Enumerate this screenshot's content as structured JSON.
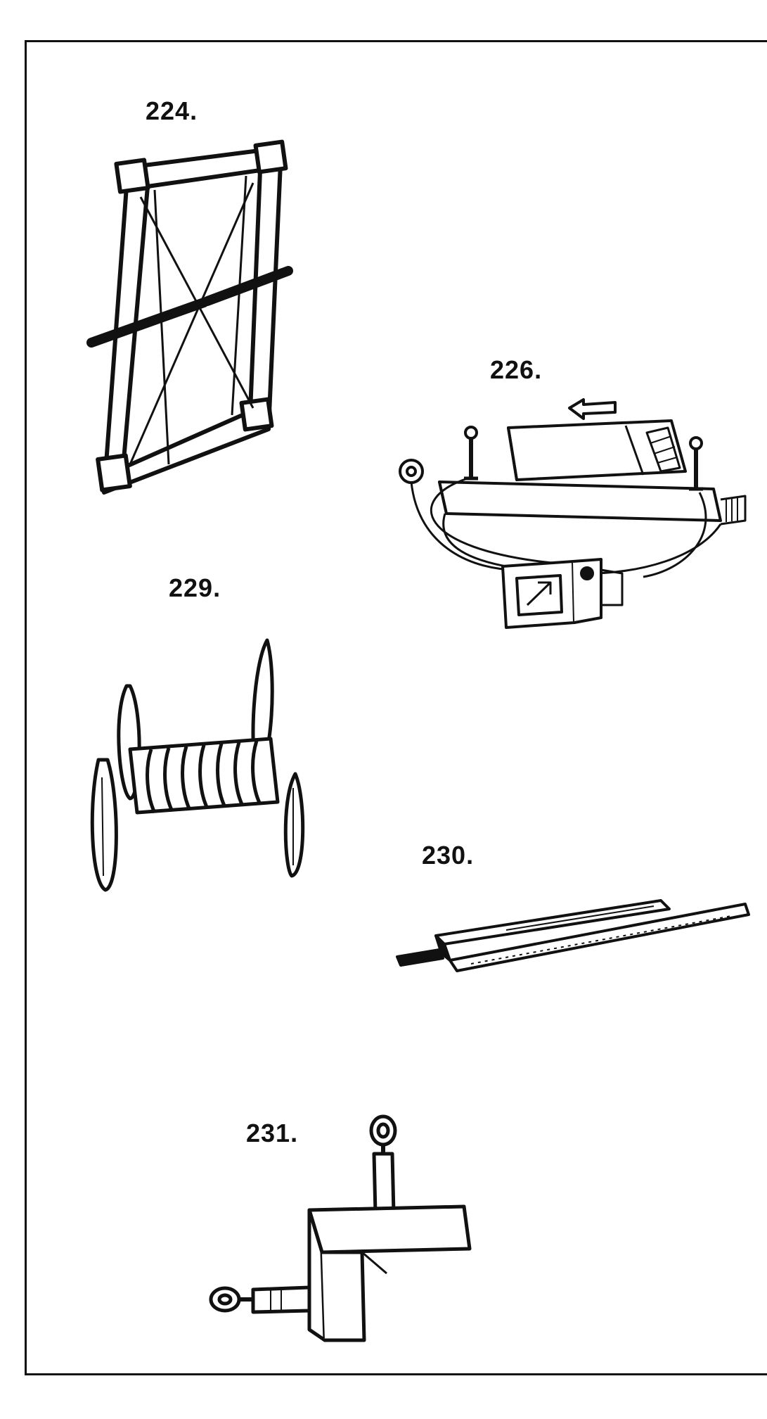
{
  "figures": [
    {
      "id": "224",
      "label": "224.",
      "icon": "wire-frame-coil-icon"
    },
    {
      "id": "226",
      "label": "226.",
      "icon": "galvanometer-apparatus-icon"
    },
    {
      "id": "229",
      "label": "229.",
      "icon": "wire-spool-coil-icon"
    },
    {
      "id": "230",
      "label": "230.",
      "icon": "metal-strip-ruler-icon"
    },
    {
      "id": "231",
      "label": "231.",
      "icon": "clamp-terminal-icon"
    }
  ],
  "colors": {
    "ink": "#111111",
    "paper": "#ffffff"
  }
}
